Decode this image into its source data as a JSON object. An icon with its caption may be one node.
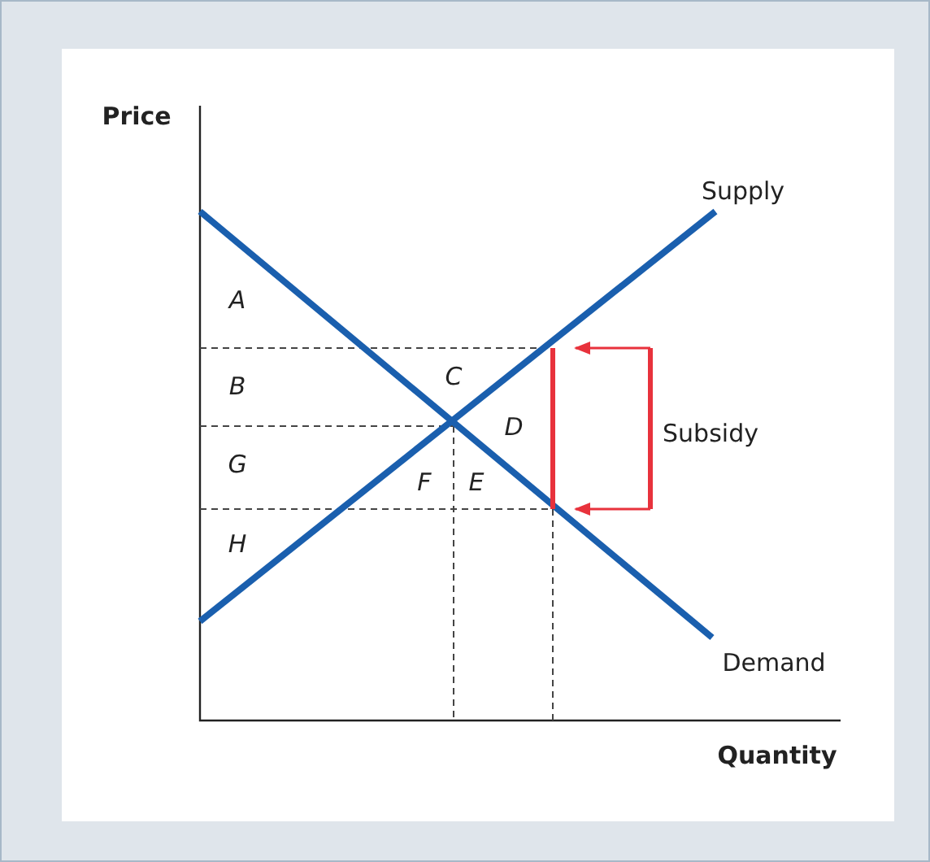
{
  "diagram": {
    "labels": [
      "Price",
      "Supply",
      "A",
      "C",
      "B",
      "D",
      "Subsidy",
      "G",
      "F",
      "E",
      "H",
      "Demand",
      "Quantity"
    ]
  }
}
